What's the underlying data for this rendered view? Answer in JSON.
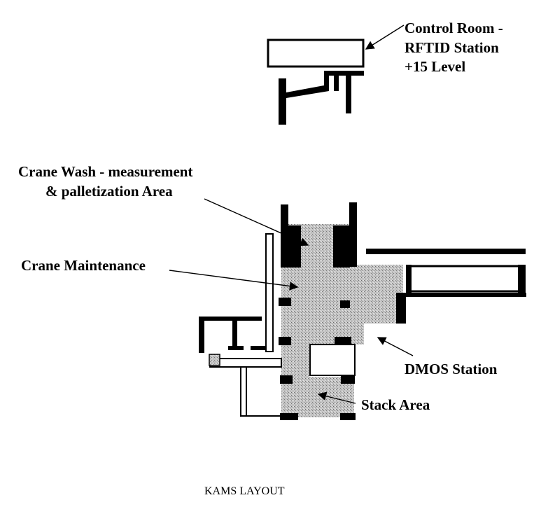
{
  "labels": {
    "control_room_line1": "Control Room -",
    "control_room_line2": "RFTID Station",
    "control_room_line3": "+15 Level",
    "crane_wash_line1": "Crane Wash - measurement",
    "crane_wash_line2": "& palletization Area",
    "crane_maintenance": "Crane Maintenance",
    "dmos_station": "DMOS Station",
    "stack_area": "Stack Area"
  },
  "caption": "KAMS LAYOUT",
  "colors": {
    "walls": "#000000",
    "shaded_area": "#b3b3b3",
    "background": "#ffffff"
  }
}
